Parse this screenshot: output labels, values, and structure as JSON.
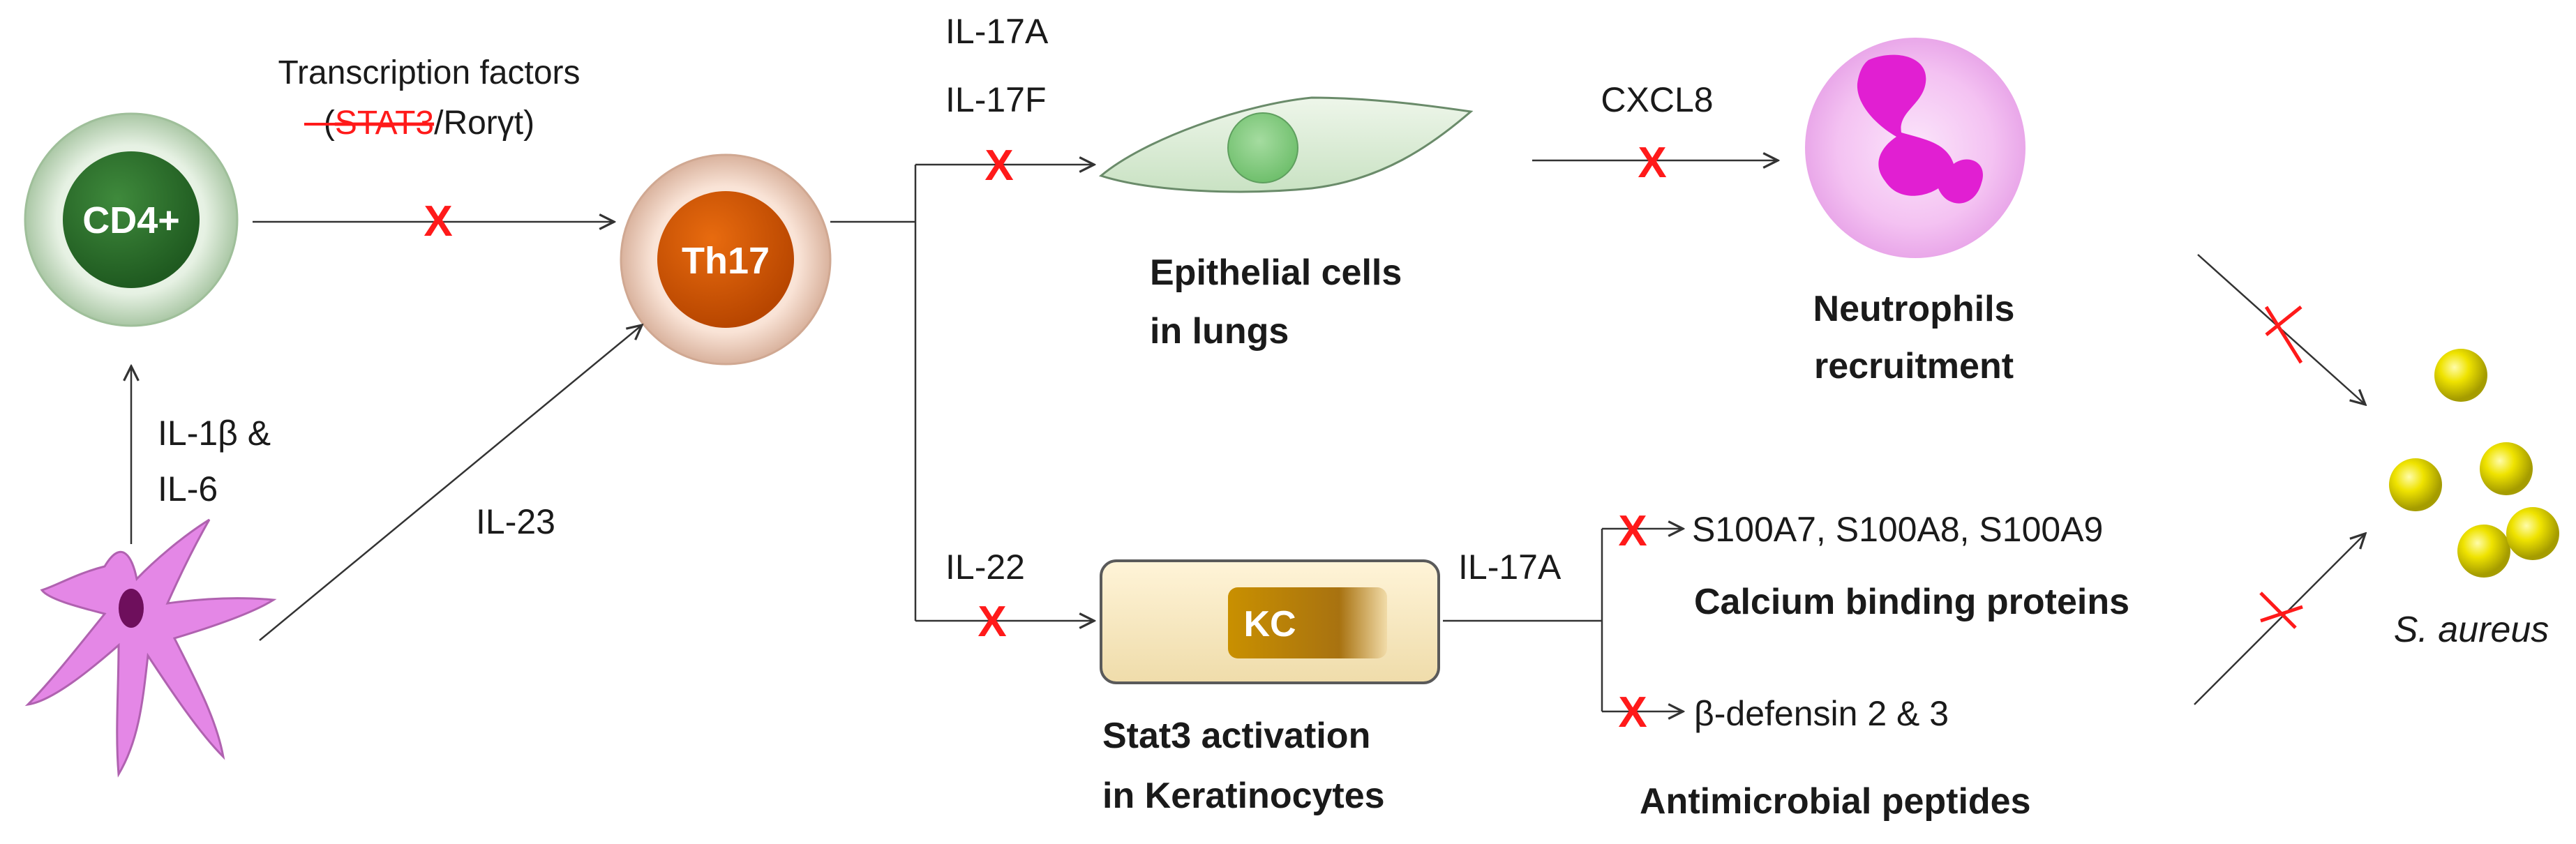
{
  "transcription": {
    "line1": "Transcription factors",
    "open": "(",
    "stat3": "STAT3",
    "rest": "/Rorγt)"
  },
  "cells": {
    "cd4": "CD4+",
    "th17": "Th17",
    "kc": "KC"
  },
  "cytokines": {
    "il1b": "IL-1β &",
    "il6": "IL-6",
    "il23": "IL-23",
    "il17a_top": "IL-17A",
    "il17f": "IL-17F",
    "il22": "IL-22",
    "il17a_kc": "IL-17A",
    "cxcl8": "CXCL8"
  },
  "labels": {
    "epithelial_1": "Epithelial cells",
    "epithelial_2": "in lungs",
    "neutrophils_1": "Neutrophils",
    "neutrophils_2": "recruitment",
    "stat3_1": "Stat3 activation",
    "stat3_2": "in Keratinocytes",
    "s100": "S100A7, S100A8, S100A9",
    "calcium": "Calcium binding proteins",
    "defensin": "β-defensin 2 & 3",
    "antimicrobial": "Antimicrobial peptides",
    "saureus": "S. aureus"
  },
  "colors": {
    "block_mark": "#ff1a1a",
    "cd4_core": "#2f6e2f",
    "th17_core": "#cc5500",
    "dendritic": "#e87ee8",
    "neutrophil": "#e020d0",
    "bacteria": "#e0d800"
  },
  "marks": {
    "block": "X"
  }
}
